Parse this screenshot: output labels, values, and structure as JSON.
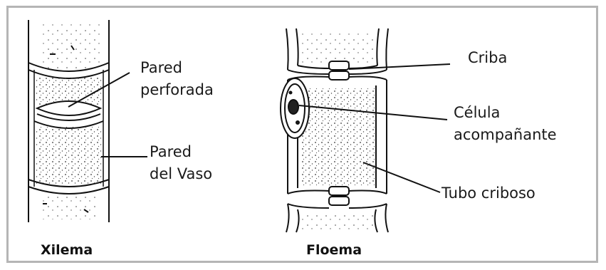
{
  "diagram": {
    "xylem": {
      "caption": "Xilema",
      "labels": {
        "perforated_wall_line1": "Pared",
        "perforated_wall_line2": "perforada",
        "vessel_wall_line1": "Pared",
        "vessel_wall_line2": "del Vaso"
      }
    },
    "phloem": {
      "caption": "Floema",
      "labels": {
        "sieve": "Criba",
        "companion_cell_line1": "Célula",
        "companion_cell_line2": "acompañante",
        "sieve_tube": "Tubo criboso"
      }
    }
  }
}
